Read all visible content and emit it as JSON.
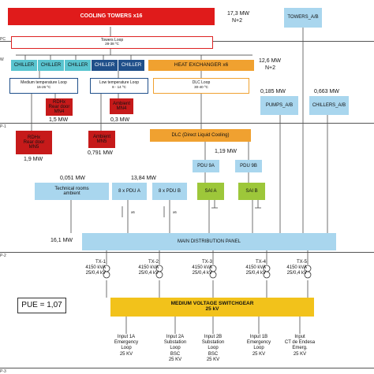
{
  "levels": [
    "PC",
    "W",
    "P-1",
    "P-2",
    "P-3"
  ],
  "cooling_towers": {
    "label": "COOLING TOWERS x16",
    "power": "17,3 MW",
    "redundancy": "N+2"
  },
  "towers_loop": {
    "label": "Towers Loop",
    "temp": "28-38 ºC"
  },
  "towers_ab": "TOWERS_A/B",
  "chillers": [
    "CHILLER",
    "CHILLER",
    "CHILLER",
    "CHILLER",
    "CHILLER"
  ],
  "heat_exchanger": {
    "label": "HEAT EXCHANGER x6",
    "power": "12,6 MW",
    "redundancy": "N+2"
  },
  "medium_loop": {
    "label": "Medium temperature Loop",
    "temp": "16-26 ºC"
  },
  "low_loop": {
    "label": "Low temperature Loop",
    "temp": "8 - 14 ºC"
  },
  "dlc_loop": {
    "label": "DLC Loop",
    "temp": "30-40 ºC"
  },
  "rdhx_mn4": {
    "line1": "RDHx",
    "line2": "Rear door",
    "line3": "MN4",
    "power": "1,5 MW"
  },
  "ambient_mn4": {
    "line1": "Ambient",
    "line2": "MN4",
    "power": "0,3 MW"
  },
  "pumps": {
    "label": "PUMPS_A/B",
    "power": "0,185 MW"
  },
  "chillers_ab": {
    "label": "CHILLERS_A/B",
    "power": "0,663 MW"
  },
  "rdhx_mn5": {
    "line1": "RDHx",
    "line2": "Rear door",
    "line3": "MN5",
    "power": "1,9 MW"
  },
  "ambient_mn5": {
    "line1": "Ambient",
    "line2": "MN5",
    "power": "0,791 MW"
  },
  "dlc": {
    "label": "DLC (Direct Liquid Cooling)",
    "power": "1,19 MW"
  },
  "pdu9a": "PDU 9A",
  "pdu9b": "PDU 9B",
  "tech_rooms": {
    "line1": "Technical rooms",
    "line2": "ambient",
    "power": "0,051 MW"
  },
  "pdu_a": {
    "label": "8 x PDU A",
    "power": "13,84 MW"
  },
  "pdu_b": "8 x PDU B",
  "sai_a": "SAI A",
  "sai_b": "SAI B",
  "x6_a": "x6",
  "x6_b": "x6",
  "main_panel": {
    "label": "MAIN DISTRIBUTION PANEL",
    "power": "16,1 MW"
  },
  "transformers": [
    {
      "name": "TX-1",
      "kva": "4150 kVA",
      "ratio": "25/0,4 kV"
    },
    {
      "name": "TX-2",
      "kva": "4150 kVA",
      "ratio": "25/0,4 kV"
    },
    {
      "name": "TX-3",
      "kva": "4150 kVA",
      "ratio": "25/0,4 kV"
    },
    {
      "name": "TX-4",
      "kva": "4150 kVA",
      "ratio": "25/0,4 kV"
    },
    {
      "name": "TX-5",
      "kva": "4150 kVA",
      "ratio": "25/0,4 kV"
    }
  ],
  "pue": "PUE = 1,07",
  "switchgear": {
    "line1": "MEDIUM VOLTAGE SWITCHGEAR",
    "line2": "25 kV"
  },
  "inputs": [
    {
      "l1": "Input 1A",
      "l2": "Emergency",
      "l3": "Loop",
      "l4": "25 KV"
    },
    {
      "l1": "Input 2A",
      "l2": "Substation",
      "l3": "Loop",
      "l4": "BSC",
      "l5": "25 KV"
    },
    {
      "l1": "Input 2B",
      "l2": "Substation",
      "l3": "Loop",
      "l4": "BSC",
      "l5": "25 KV"
    },
    {
      "l1": "Input 1B",
      "l2": "Emergency",
      "l3": "Loop",
      "l4": "25 KV"
    },
    {
      "l1": "Input",
      "l2": "CT de Endesa",
      "l3": "Emerg.",
      "l4": "25 KV"
    }
  ],
  "colors": {
    "red": "#e01b1b",
    "teal": "#59c4cf",
    "navy": "#1f4f8a",
    "orange": "#f0a130",
    "light_blue": "#a9d6ee",
    "green": "#9dc73a",
    "yellow": "#f2c21b"
  }
}
